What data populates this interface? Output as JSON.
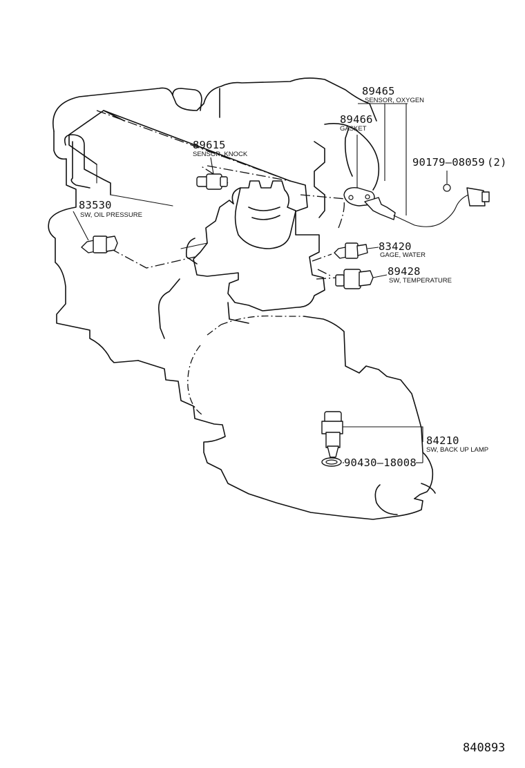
{
  "diagram_id": "840893",
  "callouts": {
    "oxygen_sensor": {
      "part_no": "89465",
      "name": "SENSOR, OXYGEN"
    },
    "gasket": {
      "part_no": "89466",
      "name": "GASKET"
    },
    "knock_sensor": {
      "part_no": "89615",
      "name": "SENSOR, KNOCK"
    },
    "nut": {
      "part_no": "90179–08059",
      "qty": "(2)"
    },
    "oil_pressure_switch": {
      "part_no": "83530",
      "name": "SW, OIL PRESSURE"
    },
    "water_gage": {
      "part_no": "83420",
      "name": "GAGE, WATER"
    },
    "temperature_switch": {
      "part_no": "89428",
      "name": "SW, TEMPERATURE"
    },
    "backup_lamp_switch": {
      "part_no": "84210",
      "name": "SW, BACK UP LAMP"
    },
    "gasket_washer": {
      "part_no": "90430–18008"
    }
  }
}
